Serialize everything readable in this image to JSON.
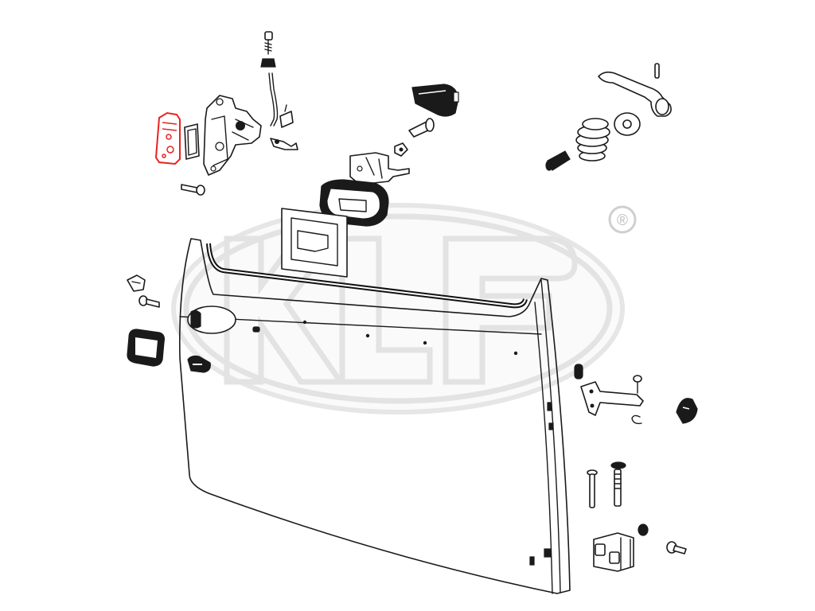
{
  "watermark": {
    "logo_text": "KLF",
    "registered_mark": "®",
    "color": "#e4e4e4"
  },
  "highlight": {
    "part": "latch-cover-plate",
    "color": "#e8221f"
  },
  "parts": [
    "screw",
    "grommet",
    "lock-rod",
    "rod-clip",
    "rod-link",
    "latch-cover-plate",
    "latch-gasket",
    "door-latch-mechanism",
    "latch-screw",
    "lock-cylinder-cover",
    "countersunk-screw",
    "small-nut",
    "inner-handle-mechanism",
    "handle-escutcheon",
    "trim-bezel",
    "window-handle",
    "pin",
    "spring",
    "spacer-washer",
    "sleeve",
    "door-panel",
    "window-seal",
    "clip",
    "small-screw",
    "pull-bezel",
    "check-strap-bracket",
    "check-strap-bolt",
    "rubber-bumper",
    "retaining-clip",
    "striker-wedge",
    "hinge-pin",
    "hinge-pin-knurled",
    "hinge-bushing",
    "door-hinge",
    "hinge-rubber",
    "hinge-screw"
  ]
}
